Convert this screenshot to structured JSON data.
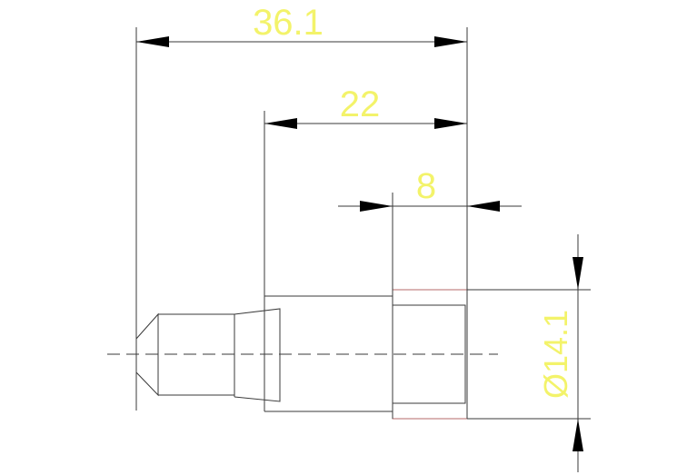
{
  "drawing": {
    "dimensions": {
      "overall_length": "36.1",
      "body_length": "22",
      "thread_length": "8",
      "diameter": "Ø14.1"
    },
    "colors": {
      "dimension_text": "#f3f36a",
      "outline": "#3a3a3a",
      "thread_outline": "#b46a6a",
      "arrow": "#000000",
      "background": "#ffffff"
    }
  }
}
